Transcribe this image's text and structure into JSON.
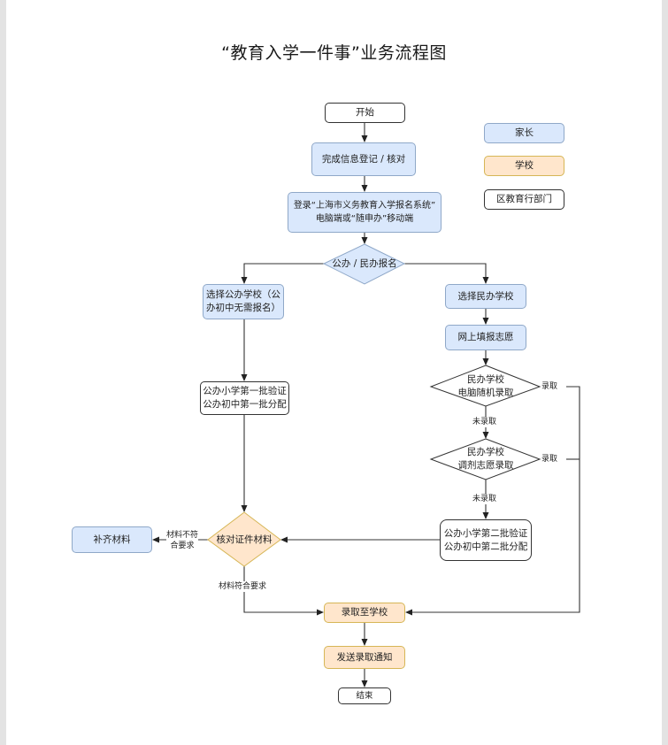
{
  "title": "“教育入学一件事”业务流程图",
  "legend": {
    "parent": "家长",
    "school": "学校",
    "bureau": "区教育行部门"
  },
  "colors": {
    "parent_fill": "#dae8fc",
    "parent_stroke": "#8fa8c8",
    "school_fill": "#ffe6cc",
    "school_stroke": "#d6b656",
    "bureau_fill": "#ffffff",
    "bureau_stroke": "#333333",
    "line": "#333333"
  },
  "nodes": {
    "start": "开始",
    "register": "完成信息登记 / 核对",
    "login_line1": "登录“上海市义务教育入学报名系统”",
    "login_line2": "电脑端或“随申办”移动端",
    "choose_type": "公办 / 民办报名",
    "public_line1": "选择公办学校（公",
    "public_line2": "办初中无需报名）",
    "private_school": "选择民办学校",
    "fill_wishes": "网上填报志愿",
    "lottery_line1": "民办学校",
    "lottery_line2": "电脑随机录取",
    "adjust_line1": "民办学校",
    "adjust_line2": "调剂志愿录取",
    "batch1_line1": "公办小学第一批验证",
    "batch1_line2": "公办初中第一批分配",
    "batch2_line1": "公办小学第二批验证",
    "batch2_line2": "公办初中第二批分配",
    "verify_docs": "核对证件材料",
    "supplement": "补齐材料",
    "admit": "录取至学校",
    "notify": "发送录取通知",
    "end": "结束"
  },
  "edge_labels": {
    "admitted_1": "录取",
    "admitted_2": "录取",
    "not_admitted_1": "未录取",
    "not_admitted_2": "未录取",
    "docs_fail_line1": "材料不符",
    "docs_fail_line2": "合要求",
    "docs_ok": "材料符合要求"
  }
}
